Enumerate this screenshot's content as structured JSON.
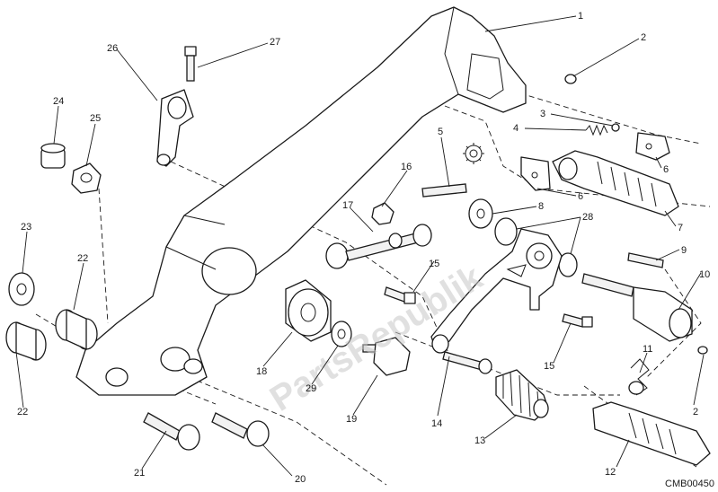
{
  "callouts": {
    "c1": "1",
    "c2a": "2",
    "c2b": "2",
    "c3": "3",
    "c4": "4",
    "c5": "5",
    "c6a": "6",
    "c6b": "6",
    "c7": "7",
    "c8": "8",
    "c9": "9",
    "c10": "10",
    "c11": "11",
    "c12": "12",
    "c13": "13",
    "c14": "14",
    "c15a": "15",
    "c15b": "15",
    "c16": "16",
    "c17": "17",
    "c18": "18",
    "c19": "19",
    "c20": "20",
    "c21": "21",
    "c22a": "22",
    "c22b": "22",
    "c23": "23",
    "c24": "24",
    "c25": "25",
    "c26": "26",
    "c27": "27",
    "c28": "28",
    "c29": "29"
  },
  "diagram_ref": "CMB00450",
  "watermark": "PartsRepublik",
  "icons": {
    "service_gear": "gear-icon"
  }
}
